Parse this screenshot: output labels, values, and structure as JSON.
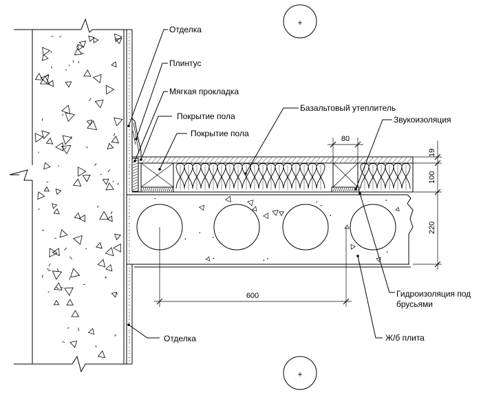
{
  "labels": {
    "finish_top": "Отделка",
    "plinth": "Плинтус",
    "soft_pad": "Мягкая прокладка",
    "floor_cover_1": "Покрытие пола",
    "floor_cover_2": "Покрытие пола",
    "basalt": "Базальтовый утеплитель",
    "sound": "Звукоизоляция",
    "waterproof_1": "Гидроизоляция под",
    "waterproof_2": "брусьями",
    "slab": "Ж/б плита",
    "finish_bottom": "Отделка"
  },
  "dimensions": {
    "beam_width": "80",
    "floor_cover": "19",
    "insulation": "100",
    "slab_thickness": "220",
    "hole_pitch": "600"
  },
  "markers": {
    "top": "+",
    "bottom": "+"
  },
  "colors": {
    "line": "#000000",
    "background": "#ffffff"
  }
}
